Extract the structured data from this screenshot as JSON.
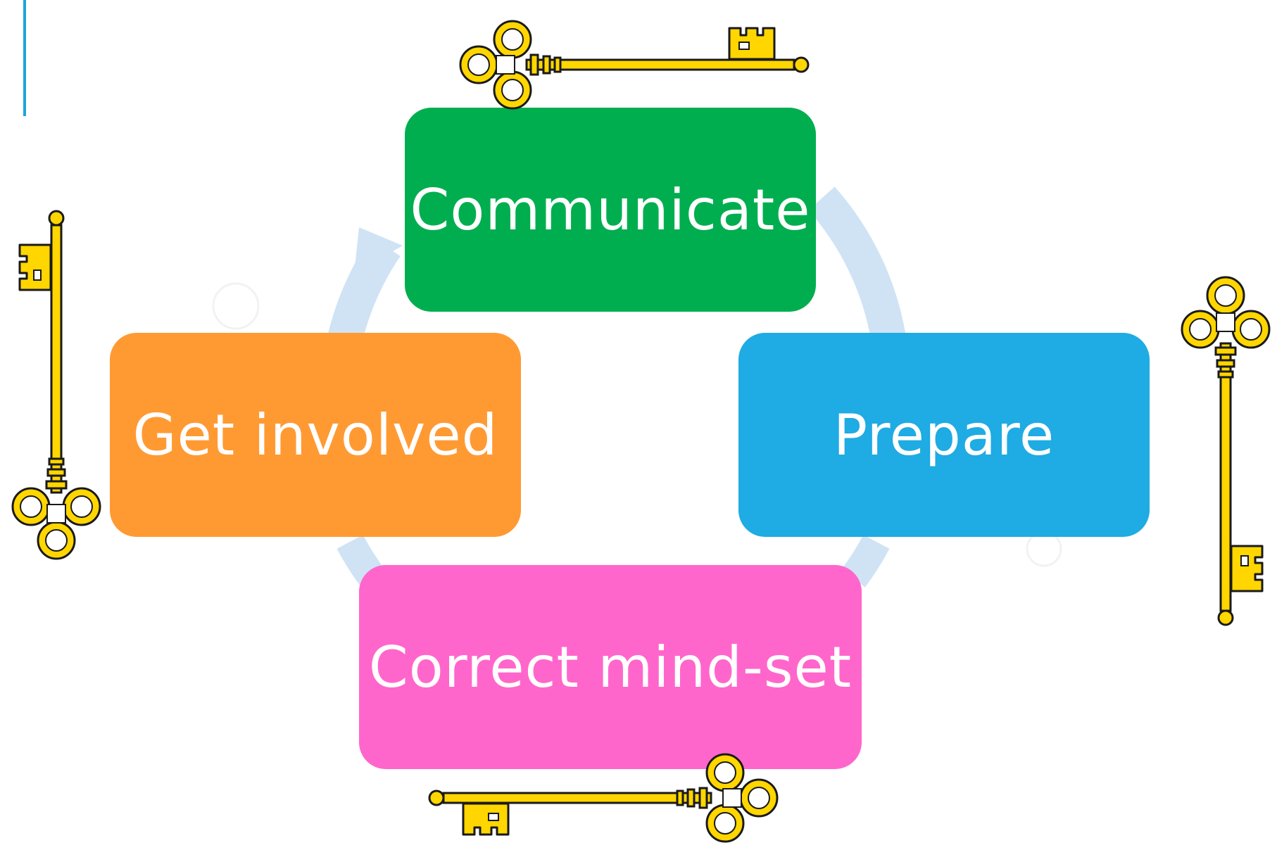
{
  "diagram": {
    "steps": [
      {
        "id": "communicate",
        "label": "Communicate",
        "color": "#00ae4f"
      },
      {
        "id": "prepare",
        "label": "Prepare",
        "color": "#1fabe3"
      },
      {
        "id": "correct-mind-set",
        "label": "Correct mind-set",
        "color": "#ff66cc"
      },
      {
        "id": "get-involved",
        "label": "Get involved",
        "color": "#ff9a33"
      }
    ],
    "cycle_arrow_color": "#cfe3f5",
    "key_color": "#ffd600",
    "key_outline_color": "#1a1a1a",
    "accent_line_color": "#1fa3df"
  }
}
